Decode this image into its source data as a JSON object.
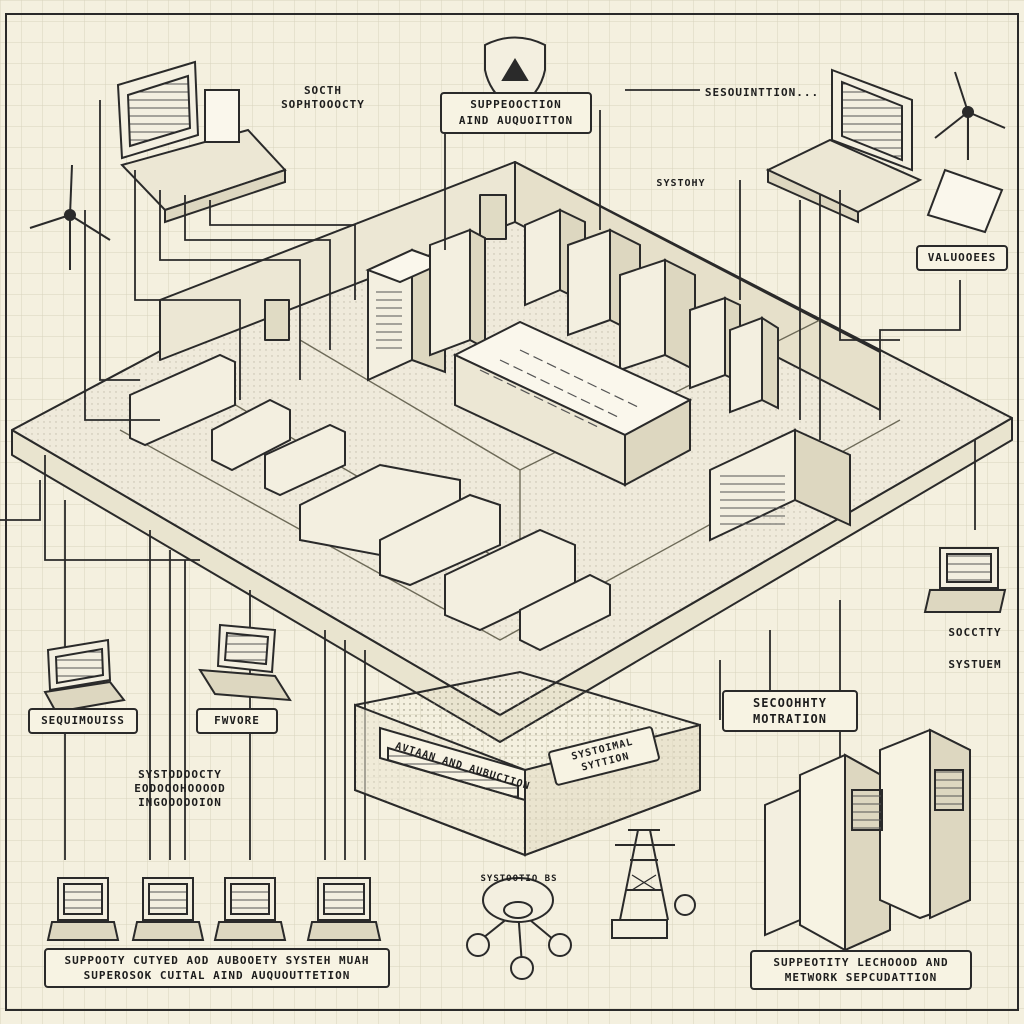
{
  "labels": {
    "top_left": [
      "SOCTH",
      "SOPHTOOOCTY"
    ],
    "top_center": [
      "SUPPEOOCTION",
      "AIND AUQUOITTON"
    ],
    "top_right": "SESOUINTTION...",
    "mid_right_small": "SYSTOHY",
    "value_box": "VALUOOEES",
    "right_society": "SOCCTTY",
    "right_system": "SYSTUEM",
    "security_box": [
      "SECOOHHTY",
      "MOTRATION"
    ],
    "left_laptop": "SEQUIMOUISS",
    "center_laptop": "FWVORE",
    "mid_left": [
      "SYSTODOOCTY",
      "EODOOOHOOOOD",
      "INGOOOOOION"
    ],
    "central_block": "SYSTOIMAL SYTTION",
    "platform_edge": "AVTAAN AND AUBUCTION",
    "network_hub": "SYSTOOTIO BS",
    "bottom_left": [
      "SUPPOOTY CUTYED AOD AUBOOETY SYSTEH MUAH",
      "SUPEROSOK CUITAL AIND AUQUOUTTETION"
    ],
    "bottom_right": [
      "SUPPEOTITY LECHOOOD AND",
      "METWORK SEPCUDATTION"
    ]
  },
  "icons": [
    "shield-icon",
    "wind-turbine-icon",
    "server-rack-icon",
    "laptop-icon",
    "monitor-icon",
    "transmission-tower-icon",
    "network-hub-icon",
    "document-icon"
  ],
  "colors": {
    "paper": "#f4f0df",
    "grid": "#d8d3bd",
    "ink": "#2a2a2a",
    "label_bg": "#f7f3e3"
  }
}
